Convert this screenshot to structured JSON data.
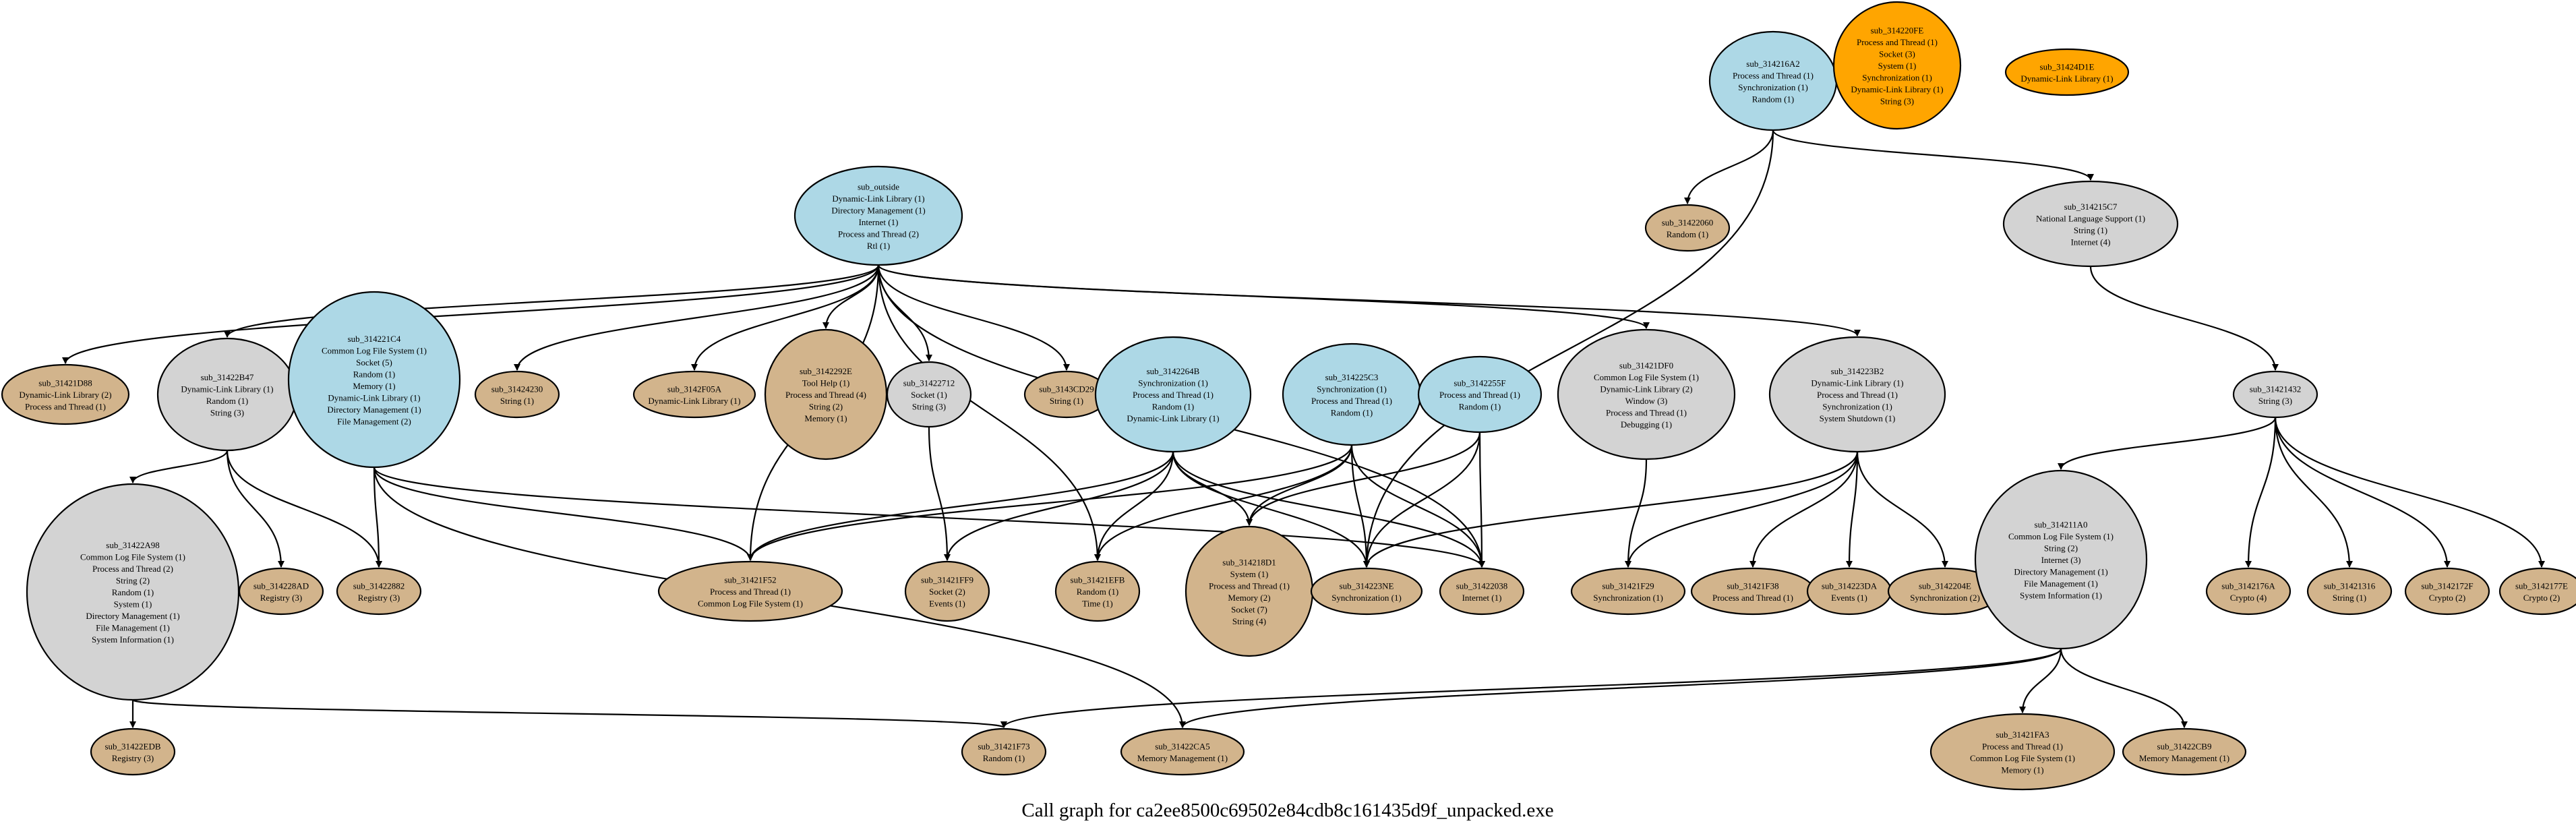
{
  "title": "Call graph for ca2ee8500c69502e84cdb8c161435d9f_unpacked.exe",
  "colors": {
    "blue": "#add8e6",
    "gray": "#d3d3d3",
    "tan": "#d2b48c",
    "orange": "#ffa500"
  },
  "nodes": [
    {
      "id": "sub_outside",
      "color": "blue",
      "lines": [
        "sub_outside",
        "Dynamic-Link Library (1)",
        "Directory Management (1)",
        "Internet (1)",
        "Process and Thread (2)",
        "Rtl (1)"
      ]
    },
    {
      "id": "sub_314216A2",
      "color": "blue",
      "lines": [
        "sub_314216A2",
        "Process and Thread (1)",
        "Synchronization (1)",
        "Random (1)"
      ]
    },
    {
      "id": "sub_314220FE",
      "color": "orange",
      "lines": [
        "sub_314220FE",
        "Process and Thread (1)",
        "Socket (3)",
        "System (1)",
        "Synchronization (1)",
        "Dynamic-Link Library (1)",
        "String (3)"
      ]
    },
    {
      "id": "sub_31424D1E",
      "color": "orange",
      "lines": [
        "sub_31424D1E",
        "Dynamic-Link Library (1)"
      ]
    },
    {
      "id": "sub_31422060",
      "color": "tan",
      "lines": [
        "sub_31422060",
        "Random (1)"
      ]
    },
    {
      "id": "sub_314215C7",
      "color": "gray",
      "lines": [
        "sub_314215C7",
        "National Language Support (1)",
        "String (1)",
        "Internet (4)"
      ]
    },
    {
      "id": "sub_31421D88",
      "color": "tan",
      "lines": [
        "sub_31421D88",
        "Dynamic-Link Library (2)",
        "Process and Thread (1)"
      ]
    },
    {
      "id": "sub_31422B47",
      "color": "gray",
      "lines": [
        "sub_31422B47",
        "Dynamic-Link Library (1)",
        "Random (1)",
        "String (3)"
      ]
    },
    {
      "id": "sub_314221C4",
      "color": "blue",
      "lines": [
        "sub_314221C4",
        "Common Log File System (1)",
        "Socket (5)",
        "Random (1)",
        "Memory (1)",
        "Dynamic-Link Library (1)",
        "Directory Management (1)",
        "File Management (2)"
      ]
    },
    {
      "id": "sub_31424230",
      "color": "tan",
      "lines": [
        "sub_31424230",
        "String (1)"
      ]
    },
    {
      "id": "sub_3142F05A",
      "color": "tan",
      "lines": [
        "sub_3142F05A",
        "Dynamic-Link Library (1)"
      ]
    },
    {
      "id": "sub_3142292E",
      "color": "tan",
      "lines": [
        "sub_3142292E",
        "Tool Help (1)",
        "Process and Thread (4)",
        "String (2)",
        "Memory (1)"
      ]
    },
    {
      "id": "sub_31422712",
      "color": "gray",
      "lines": [
        "sub_31422712",
        "Socket (1)",
        "String (3)"
      ]
    },
    {
      "id": "sub_3143CD29",
      "color": "tan",
      "lines": [
        "sub_3143CD29",
        "String (1)"
      ]
    },
    {
      "id": "sub_3142264B",
      "color": "blue",
      "lines": [
        "sub_3142264B",
        "Synchronization (1)",
        "Process and Thread (1)",
        "Random (1)",
        "Dynamic-Link Library (1)"
      ]
    },
    {
      "id": "sub_314225C3",
      "color": "blue",
      "lines": [
        "sub_314225C3",
        "Synchronization (1)",
        "Process and Thread (1)",
        "Random (1)"
      ]
    },
    {
      "id": "sub_3142255F",
      "color": "blue",
      "lines": [
        "sub_3142255F",
        "Process and Thread (1)",
        "Random (1)"
      ]
    },
    {
      "id": "sub_31421DF0",
      "color": "gray",
      "lines": [
        "sub_31421DF0",
        "Common Log File System (1)",
        "Dynamic-Link Library (2)",
        "Window (3)",
        "Process and Thread (1)",
        "Debugging (1)"
      ]
    },
    {
      "id": "sub_314223B2",
      "color": "gray",
      "lines": [
        "sub_314223B2",
        "Dynamic-Link Library (1)",
        "Process and Thread (1)",
        "Synchronization (1)",
        "System Shutdown (1)"
      ]
    },
    {
      "id": "sub_31421432",
      "color": "gray",
      "lines": [
        "sub_31421432",
        "String (3)"
      ]
    },
    {
      "id": "sub_31422A98",
      "color": "gray",
      "lines": [
        "sub_31422A98",
        "Common Log File System (1)",
        "Process and Thread (2)",
        "String (2)",
        "Random (1)",
        "System (1)",
        "Directory Management (1)",
        "File Management (1)",
        "System Information (1)"
      ]
    },
    {
      "id": "sub_314228AD",
      "color": "tan",
      "lines": [
        "sub_314228AD",
        "Registry (3)"
      ]
    },
    {
      "id": "sub_31422882",
      "color": "tan",
      "lines": [
        "sub_31422882",
        "Registry (3)"
      ]
    },
    {
      "id": "sub_31421F52",
      "color": "tan",
      "lines": [
        "sub_31421F52",
        "Process and Thread (1)",
        "Common Log File System (1)"
      ]
    },
    {
      "id": "sub_31421FF9",
      "color": "tan",
      "lines": [
        "sub_31421FF9",
        "Socket (2)",
        "Events (1)"
      ]
    },
    {
      "id": "sub_31421EFB",
      "color": "tan",
      "lines": [
        "sub_31421EFB",
        "Random (1)",
        "Time (1)"
      ]
    },
    {
      "id": "sub_314218D1",
      "color": "tan",
      "lines": [
        "sub_314218D1",
        "System (1)",
        "Process and Thread (1)",
        "Memory (2)",
        "Socket (7)",
        "String (4)"
      ]
    },
    {
      "id": "sub_314223NE",
      "color": "tan",
      "lines": [
        "sub_314223NE",
        "Synchronization (1)"
      ]
    },
    {
      "id": "sub_31422038",
      "color": "tan",
      "lines": [
        "sub_31422038",
        "Internet (1)"
      ]
    },
    {
      "id": "sub_31421F29",
      "color": "tan",
      "lines": [
        "sub_31421F29",
        "Synchronization (1)"
      ]
    },
    {
      "id": "sub_31421F38",
      "color": "tan",
      "lines": [
        "sub_31421F38",
        "Process and Thread (1)"
      ]
    },
    {
      "id": "sub_314223DA",
      "color": "tan",
      "lines": [
        "sub_314223DA",
        "Events (1)"
      ]
    },
    {
      "id": "sub_3142204E",
      "color": "tan",
      "lines": [
        "sub_3142204E",
        "Synchronization (2)"
      ]
    },
    {
      "id": "sub_314211A0",
      "color": "gray",
      "lines": [
        "sub_314211A0",
        "Common Log File System (1)",
        "String (2)",
        "Internet (3)",
        "Directory Management (1)",
        "File Management (1)",
        "System Information (1)"
      ]
    },
    {
      "id": "sub_3142176A",
      "color": "tan",
      "lines": [
        "sub_3142176A",
        "Crypto (4)"
      ]
    },
    {
      "id": "sub_31421316",
      "color": "tan",
      "lines": [
        "sub_31421316",
        "String (1)"
      ]
    },
    {
      "id": "sub_3142172F",
      "color": "tan",
      "lines": [
        "sub_3142172F",
        "Crypto (2)"
      ]
    },
    {
      "id": "sub_3142177E",
      "color": "tan",
      "lines": [
        "sub_3142177E",
        "Crypto (2)"
      ]
    },
    {
      "id": "sub_31422EDB",
      "color": "tan",
      "lines": [
        "sub_31422EDB",
        "Registry (3)"
      ]
    },
    {
      "id": "sub_31421F73",
      "color": "tan",
      "lines": [
        "sub_31421F73",
        "Random (1)"
      ]
    },
    {
      "id": "sub_31422CA5",
      "color": "tan",
      "lines": [
        "sub_31422CA5",
        "Memory Management (1)"
      ]
    },
    {
      "id": "sub_31421FA3",
      "color": "tan",
      "lines": [
        "sub_31421FA3",
        "Process and Thread (1)",
        "Common Log File System (1)",
        "Memory (1)"
      ]
    },
    {
      "id": "sub_31422CB9",
      "color": "tan",
      "lines": [
        "sub_31422CB9",
        "Memory Management (1)"
      ]
    }
  ],
  "edges": [
    [
      "sub_outside",
      "sub_31421D88"
    ],
    [
      "sub_outside",
      "sub_31422B47"
    ],
    [
      "sub_outside",
      "sub_31424230"
    ],
    [
      "sub_outside",
      "sub_3142F05A"
    ],
    [
      "sub_outside",
      "sub_3142292E"
    ],
    [
      "sub_outside",
      "sub_31422712"
    ],
    [
      "sub_outside",
      "sub_3143CD29"
    ],
    [
      "sub_outside",
      "sub_31421DF0"
    ],
    [
      "sub_outside",
      "sub_314223B2"
    ],
    [
      "sub_outside",
      "sub_31421F52"
    ],
    [
      "sub_outside",
      "sub_31421EFB"
    ],
    [
      "sub_outside",
      "sub_31422038"
    ],
    [
      "sub_314216A2",
      "sub_31422060"
    ],
    [
      "sub_314216A2",
      "sub_314215C7"
    ],
    [
      "sub_314216A2",
      "sub_314223NE"
    ],
    [
      "sub_314215C7",
      "sub_31421432"
    ],
    [
      "sub_31422B47",
      "sub_31422A98"
    ],
    [
      "sub_31422B47",
      "sub_314228AD"
    ],
    [
      "sub_31422B47",
      "sub_31422882"
    ],
    [
      "sub_314221C4",
      "sub_31422882"
    ],
    [
      "sub_314221C4",
      "sub_31421F52"
    ],
    [
      "sub_314221C4",
      "sub_31422CA5"
    ],
    [
      "sub_314221C4",
      "sub_31422038"
    ],
    [
      "sub_31422712",
      "sub_31421FF9"
    ],
    [
      "sub_3142264B",
      "sub_31421F52"
    ],
    [
      "sub_3142264B",
      "sub_31421FF9"
    ],
    [
      "sub_3142264B",
      "sub_31421EFB"
    ],
    [
      "sub_3142264B",
      "sub_314218D1"
    ],
    [
      "sub_3142264B",
      "sub_314223NE"
    ],
    [
      "sub_3142264B",
      "sub_31422038"
    ],
    [
      "sub_314225C3",
      "sub_31421F52"
    ],
    [
      "sub_314225C3",
      "sub_31421EFB"
    ],
    [
      "sub_314225C3",
      "sub_314218D1"
    ],
    [
      "sub_314225C3",
      "sub_314223NE"
    ],
    [
      "sub_314225C3",
      "sub_31422038"
    ],
    [
      "sub_3142255F",
      "sub_314218D1"
    ],
    [
      "sub_3142255F",
      "sub_314223NE"
    ],
    [
      "sub_3142255F",
      "sub_31422038"
    ],
    [
      "sub_31421DF0",
      "sub_31421F29"
    ],
    [
      "sub_314223B2",
      "sub_314223NE"
    ],
    [
      "sub_314223B2",
      "sub_31421F29"
    ],
    [
      "sub_314223B2",
      "sub_31421F38"
    ],
    [
      "sub_314223B2",
      "sub_314223DA"
    ],
    [
      "sub_314223B2",
      "sub_3142204E"
    ],
    [
      "sub_31421432",
      "sub_314211A0"
    ],
    [
      "sub_31421432",
      "sub_3142176A"
    ],
    [
      "sub_31421432",
      "sub_31421316"
    ],
    [
      "sub_31421432",
      "sub_3142172F"
    ],
    [
      "sub_31421432",
      "sub_3142177E"
    ],
    [
      "sub_31422A98",
      "sub_31422EDB"
    ],
    [
      "sub_31422A98",
      "sub_31421F73"
    ],
    [
      "sub_314211A0",
      "sub_31421F73"
    ],
    [
      "sub_314211A0",
      "sub_31422CA5"
    ],
    [
      "sub_314211A0",
      "sub_31421FA3"
    ],
    [
      "sub_314211A0",
      "sub_31422CB9"
    ]
  ]
}
